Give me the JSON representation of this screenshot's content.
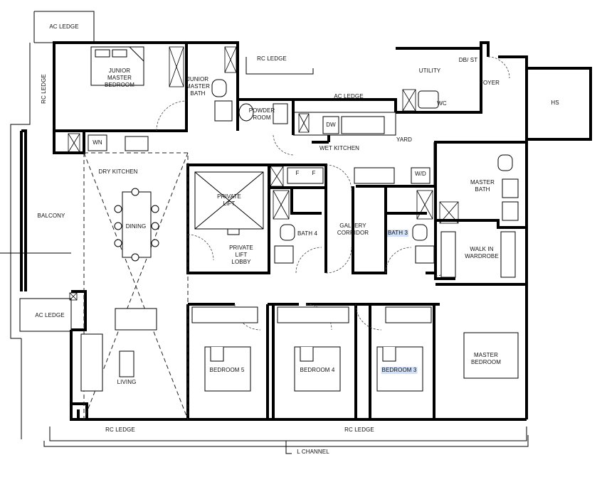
{
  "rooms": [
    {
      "id": "ac-ledge-top",
      "label": "AC LEDGE",
      "hl": false
    },
    {
      "id": "rc-ledge-left",
      "label": "RC LEDGE",
      "hl": false,
      "rot": true
    },
    {
      "id": "junior-master-bedroom",
      "label": "JUNIOR\nMASTER\nBEDROOM",
      "hl": false
    },
    {
      "id": "junior-master-bath",
      "label": "JUNIOR\nMASTER\nBATH",
      "hl": false
    },
    {
      "id": "rc-ledge-top",
      "label": "RC LEDGE",
      "hl": false
    },
    {
      "id": "powder-room",
      "label": "POWDER\nROOM",
      "hl": false
    },
    {
      "id": "ac-ledge-mid",
      "label": "AC LEDGE",
      "hl": false
    },
    {
      "id": "utility",
      "label": "UTILITY",
      "hl": false
    },
    {
      "id": "db-st",
      "label": "DB/ ST",
      "hl": false
    },
    {
      "id": "wc",
      "label": "WC",
      "hl": false
    },
    {
      "id": "foyer",
      "label": "FOYER",
      "hl": false
    },
    {
      "id": "hs",
      "label": "HS",
      "hl": false
    },
    {
      "id": "wn",
      "label": "WN",
      "hl": false
    },
    {
      "id": "dw",
      "label": "DW",
      "hl": false
    },
    {
      "id": "yard",
      "label": "YARD",
      "hl": false
    },
    {
      "id": "wet-kitchen",
      "label": "WET KITCHEN",
      "hl": false
    },
    {
      "id": "dry-kitchen",
      "label": "DRY KITCHEN",
      "hl": false
    },
    {
      "id": "fridge-1",
      "label": "F",
      "hl": false
    },
    {
      "id": "fridge-2",
      "label": "F",
      "hl": false
    },
    {
      "id": "wd",
      "label": "W/D",
      "hl": false
    },
    {
      "id": "private-lift",
      "label": "PRIVATE\nLIFT",
      "hl": false
    },
    {
      "id": "master-bath",
      "label": "MASTER\nBATH",
      "hl": false
    },
    {
      "id": "balcony",
      "label": "BALCONY",
      "hl": false
    },
    {
      "id": "dining",
      "label": "DINING",
      "hl": false
    },
    {
      "id": "bath-4",
      "label": "BATH 4",
      "hl": false
    },
    {
      "id": "gallery-corridor",
      "label": "GALLERY\nCORRIDOR",
      "hl": false
    },
    {
      "id": "bath-3",
      "label": "BATH 3",
      "hl": true
    },
    {
      "id": "private-lift-lobby",
      "label": "PRIVATE\nLIFT\nLOBBY",
      "hl": false
    },
    {
      "id": "walk-in-wardrobe",
      "label": "WALK IN\nWARDROBE",
      "hl": false
    },
    {
      "id": "ac-ledge-bottom",
      "label": "AC LEDGE",
      "hl": false
    },
    {
      "id": "living",
      "label": "LIVING",
      "hl": false
    },
    {
      "id": "bedroom-5",
      "label": "BEDROOM 5",
      "hl": false
    },
    {
      "id": "bedroom-4",
      "label": "BEDROOM 4",
      "hl": false
    },
    {
      "id": "bedroom-3",
      "label": "BEDROOM 3",
      "hl": true
    },
    {
      "id": "master-bedroom",
      "label": "MASTER\nBEDROOM",
      "hl": false
    },
    {
      "id": "rc-ledge-bottom-left",
      "label": "RC LEDGE",
      "hl": false
    },
    {
      "id": "rc-ledge-bottom-right",
      "label": "RC LEDGE",
      "hl": false
    },
    {
      "id": "l-channel",
      "label": "L CHANNEL",
      "hl": false
    }
  ]
}
